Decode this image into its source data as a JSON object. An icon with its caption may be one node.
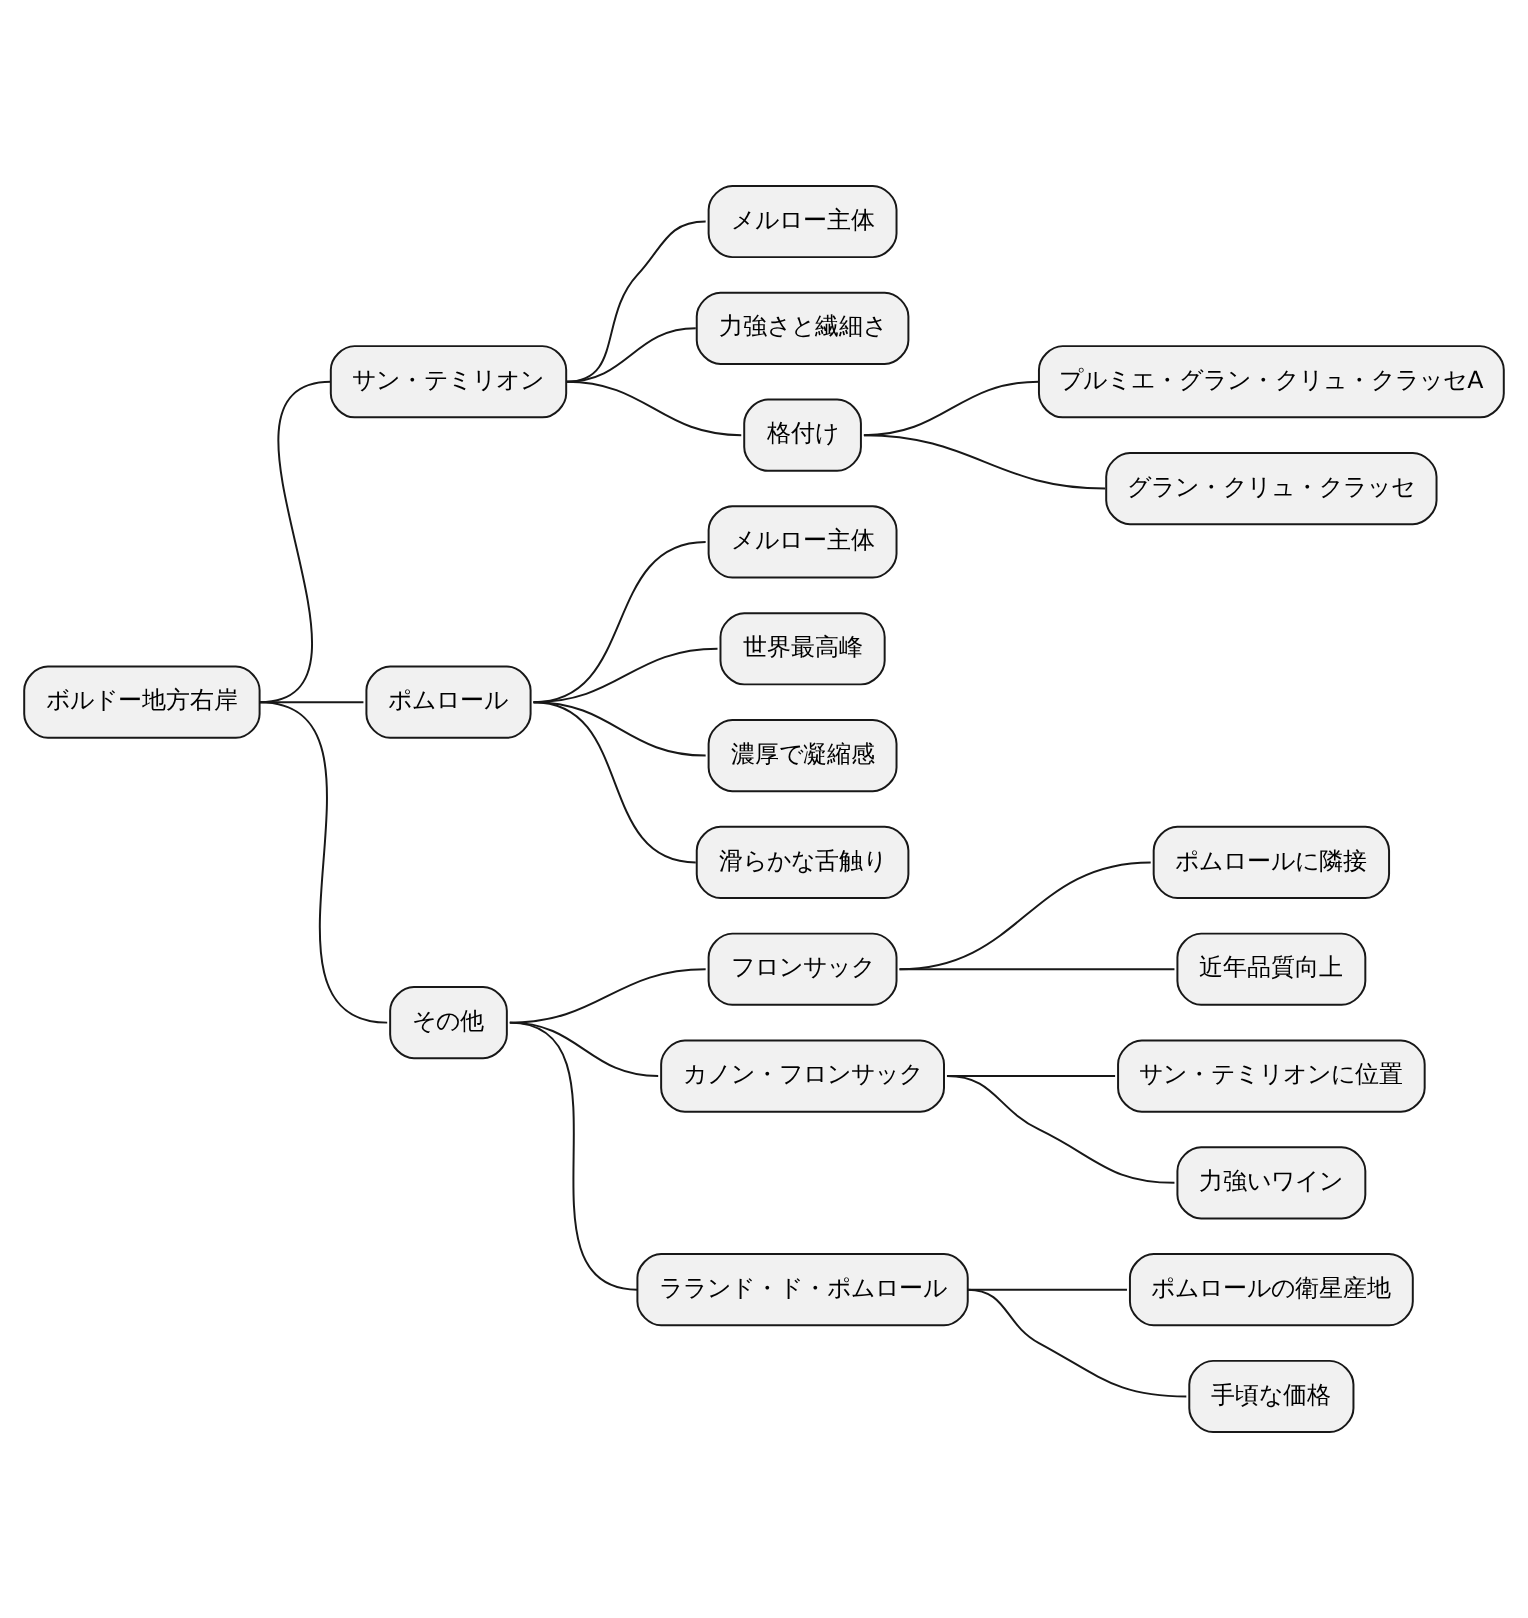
{
  "diagram": {
    "nodes": [
      {
        "text": [
          "ボルドー地方右岸"
        ]
      },
      {
        "text": [
          "サン・テミリオン"
        ]
      },
      {
        "text": [
          "メルロー主体"
        ]
      },
      {
        "text": [
          "力強さと繊細さ"
        ]
      },
      {
        "text": [
          "格付け"
        ]
      },
      {
        "text": [
          "プルミエ・グラン・クリュ・クラッセA"
        ]
      },
      {
        "text": [
          "グラン・クリュ・クラッセ"
        ]
      },
      {
        "text": [
          "ポムロール"
        ]
      },
      {
        "text": [
          "メルロー主体"
        ]
      },
      {
        "text": [
          "世界最高峰"
        ]
      },
      {
        "text": [
          "濃厚で凝縮感"
        ]
      },
      {
        "text": [
          "滑らかな舌触り"
        ]
      },
      {
        "text": [
          "その他"
        ]
      },
      {
        "text": [
          "フロンサック"
        ]
      },
      {
        "text": [
          "ポムロールに隣接"
        ]
      },
      {
        "text": [
          "近年品質向上"
        ]
      },
      {
        "text": [
          "カノン・フロンサック"
        ]
      },
      {
        "text": [
          "サン・テミリオンに位置"
        ]
      },
      {
        "text": [
          "力強いワイン"
        ]
      },
      {
        "text": [
          "ラランド・ド・ポムロール"
        ]
      },
      {
        "text": [
          "ポムロールの衛星産地"
        ]
      },
      {
        "text": [
          "手頃な価格"
        ]
      }
    ],
    "edges": [
      {
        "from": 0,
        "to": 1,
        "arrow": "none"
      },
      {
        "from": 1,
        "to": 2,
        "arrow": "none"
      },
      {
        "from": 1,
        "to": 3,
        "arrow": "none"
      },
      {
        "from": 1,
        "to": 4,
        "arrow": "none"
      },
      {
        "from": 4,
        "to": 5,
        "arrow": "none"
      },
      {
        "from": 4,
        "to": 6,
        "arrow": "none"
      },
      {
        "from": 0,
        "to": 7,
        "arrow": "none"
      },
      {
        "from": 7,
        "to": 8,
        "arrow": "none"
      },
      {
        "from": 7,
        "to": 9,
        "arrow": "none"
      },
      {
        "from": 7,
        "to": 10,
        "arrow": "none"
      },
      {
        "from": 7,
        "to": 11,
        "arrow": "none"
      },
      {
        "from": 0,
        "to": 12,
        "arrow": "none"
      },
      {
        "from": 12,
        "to": 13,
        "arrow": "none"
      },
      {
        "from": 13,
        "to": 14,
        "arrow": "none"
      },
      {
        "from": 13,
        "to": 15,
        "arrow": "none"
      },
      {
        "from": 12,
        "to": 16,
        "arrow": "none"
      },
      {
        "from": 16,
        "to": 17,
        "arrow": "none"
      },
      {
        "from": 16,
        "to": 18,
        "arrow": "none"
      },
      {
        "from": 12,
        "to": 19,
        "arrow": "none"
      },
      {
        "from": 19,
        "to": 20,
        "arrow": "none"
      },
      {
        "from": 19,
        "to": 21,
        "arrow": "none"
      }
    ]
  }
}
